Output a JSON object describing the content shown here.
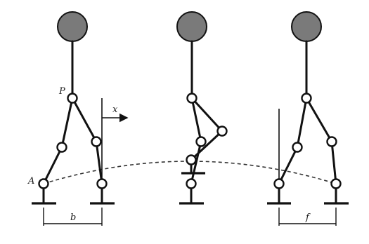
{
  "labels": {
    "pelvis": "P",
    "ankle": "A",
    "x_axis": "x",
    "step_b": "b",
    "step_f": "f"
  },
  "colors": {
    "head": "#7a7a7a",
    "lines": "#111111",
    "joints": "#ffffff",
    "background": "#ffffff"
  }
}
